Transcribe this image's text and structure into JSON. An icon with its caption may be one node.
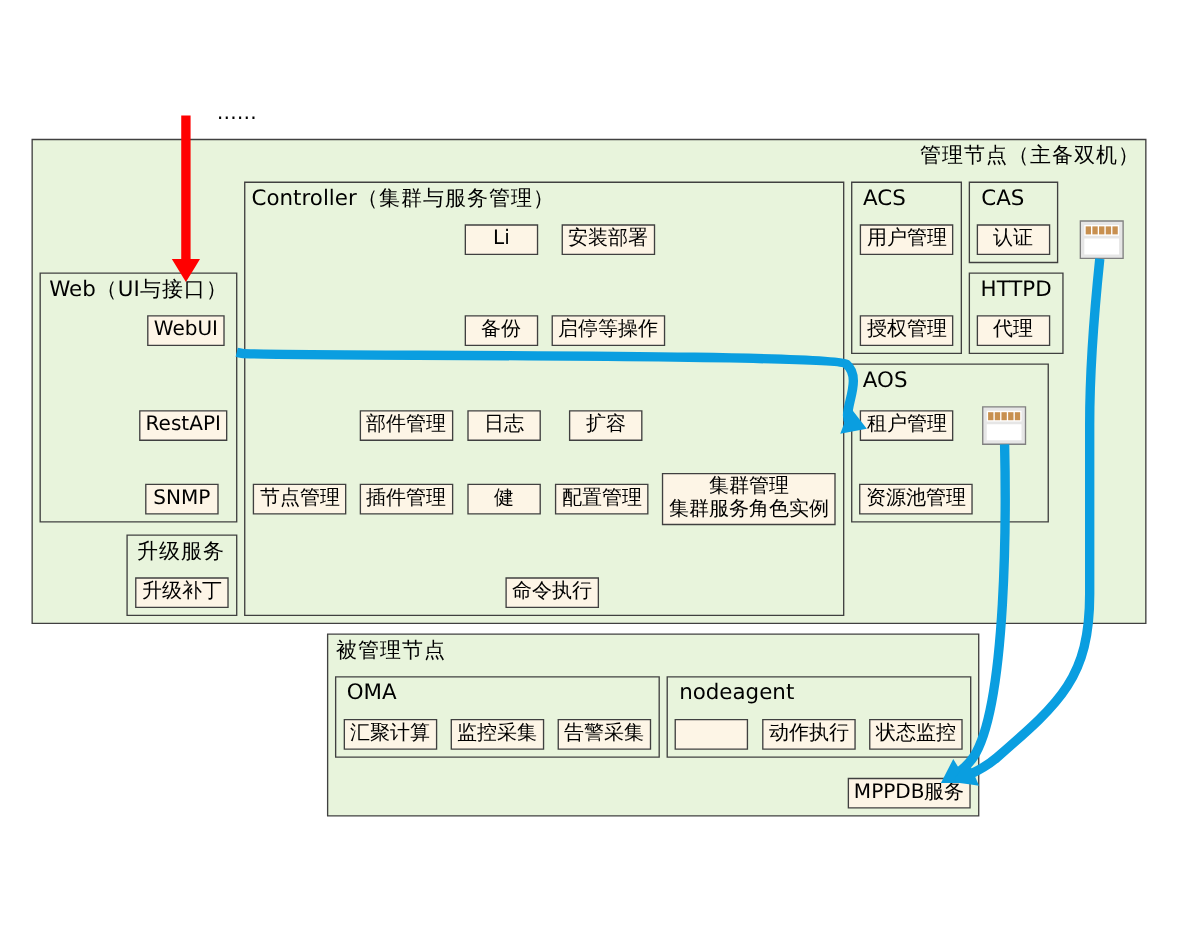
{
  "diagram": {
    "nodes": [
      {
        "text": [
          "管理节点（主备双机）"
        ]
      },
      {
        "text": [
          "CAS"
        ],
        "in": 0
      },
      {
        "text": [
          "认证"
        ],
        "in": 1
      },
      {
        "text": [
          "HTTPD"
        ],
        "in": 0
      },
      {
        "text": [
          "代理"
        ],
        "in": 3
      },
      {
        "text": [
          "ACS"
        ],
        "in": 0
      },
      {
        "text": [
          "用户管理"
        ],
        "in": 5
      },
      {
        "text": [
          "授权管理"
        ],
        "in": 5
      },
      {
        "text": [
          "AOS"
        ],
        "in": 0
      },
      {
        "text": [
          "租户管理"
        ],
        "in": 8
      },
      {
        "text": [
          "资源池管理"
        ],
        "in": 8
      },
      {
        "text": [],
        "shape": "picture",
        "in": 8
      },
      {
        "text": [
          "Web（UI与接口）"
        ],
        "in": 0
      },
      {
        "text": [
          "WebUI"
        ],
        "in": 12
      },
      {
        "text": [
          "RestAPI"
        ],
        "in": 12
      },
      {
        "text": [
          "SNMP"
        ],
        "in": 12
      },
      {
        "text": [],
        "shape": "picture",
        "in": 0
      },
      {
        "text": [
          "升级服务"
        ],
        "in": 0
      },
      {
        "text": [
          "升级补丁"
        ],
        "in": 17
      },
      {
        "text": [
          "Controller（集群与服务管理）"
        ],
        "in": 0
      },
      {
        "text": [
          "部件管理"
        ],
        "in": 19
      },
      {
        "text": [
          "插件管理"
        ],
        "in": 19
      },
      {
        "text": [
          "节点管理"
        ],
        "in": 19
      },
      {
        "text": [
          "集群管理",
          "集群服务角色实例"
        ],
        "in": 19
      },
      {
        "text": [
          "安装部署"
        ],
        "in": 19
      },
      {
        "text": [
          "启停等操作"
        ],
        "in": 19
      },
      {
        "text": [
          "扩容"
        ],
        "in": 19
      },
      {
        "text": [
          "配置管理"
        ],
        "in": 19
      },
      {
        "text": [
          "Li"
        ],
        "in": 19
      },
      {
        "text": [
          "备份"
        ],
        "in": 19
      },
      {
        "text": [
          "日志"
        ],
        "in": 19
      },
      {
        "text": [
          "健"
        ],
        "in": 19
      },
      {
        "text": [
          "命令执行"
        ],
        "in": 19
      },
      {
        "text": [
          "被管理节点"
        ]
      },
      {
        "text": [
          "nodeagent"
        ],
        "in": 33
      },
      {
        "text": [
          "动作执行"
        ],
        "in": 34
      },
      {
        "text": [
          "状态监控"
        ],
        "in": 34
      },
      {
        "text": [],
        "shape": "box",
        "in": 34
      },
      {
        "text": [
          "OMA"
        ],
        "in": 33
      },
      {
        "text": [
          "告警采集"
        ],
        "in": 38
      },
      {
        "text": [
          "监控采集"
        ],
        "in": 38
      },
      {
        "text": [
          "汇聚计算"
        ],
        "in": 38
      },
      {
        "text": [
          "MPPDB服务"
        ],
        "in": 33
      }
    ],
    "edges": [
      {
        "from": null,
        "to": 12,
        "arrow": "to",
        "color": "#ff0000"
      },
      {
        "from": 12,
        "to": 9,
        "arrow": "to"
      },
      {
        "from": 11,
        "to": 42,
        "arrow": "to"
      },
      {
        "from": 16,
        "to": 42,
        "arrow": "to"
      }
    ],
    "labels": [
      "……"
    ]
  }
}
